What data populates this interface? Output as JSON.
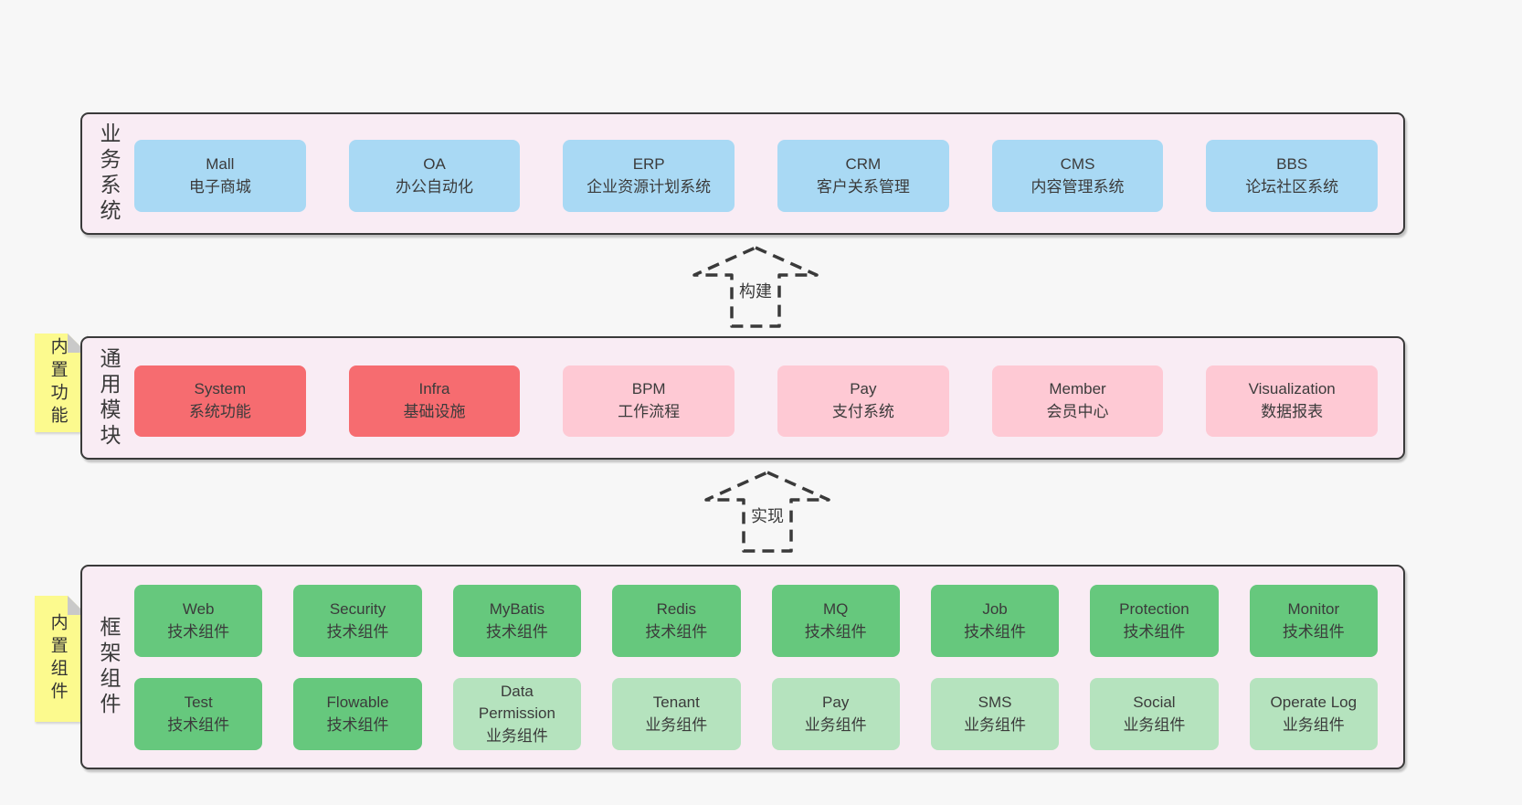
{
  "colors": {
    "page_bg": "#f7f7f7",
    "panel_bg": "#f9ecf4",
    "panel_border": "#3a3a3a",
    "box_blue": "#a9d9f4",
    "box_red": "#f66c70",
    "box_pink": "#fec9d4",
    "box_green": "#66c87d",
    "box_light_green": "#b5e3be",
    "sticky_yellow": "#fcfa8e",
    "text": "#3b3b3b"
  },
  "arrows": [
    {
      "label": "构建"
    },
    {
      "label": "实现"
    }
  ],
  "sections": [
    {
      "name": "business-systems",
      "side_label": "业务系统",
      "sticky": null,
      "rows": [
        [
          {
            "title": "Mall",
            "subtitle": "电子商城",
            "variant": "blue"
          },
          {
            "title": "OA",
            "subtitle": "办公自动化",
            "variant": "blue"
          },
          {
            "title": "ERP",
            "subtitle": "企业资源计划系统",
            "variant": "blue"
          },
          {
            "title": "CRM",
            "subtitle": "客户关系管理",
            "variant": "blue"
          },
          {
            "title": "CMS",
            "subtitle": "内容管理系统",
            "variant": "blue"
          },
          {
            "title": "BBS",
            "subtitle": "论坛社区系统",
            "variant": "blue"
          }
        ]
      ]
    },
    {
      "name": "common-modules",
      "side_label": "通用模块",
      "sticky": "内置功能",
      "rows": [
        [
          {
            "title": "System",
            "subtitle": "系统功能",
            "variant": "red"
          },
          {
            "title": "Infra",
            "subtitle": "基础设施",
            "variant": "red"
          },
          {
            "title": "BPM",
            "subtitle": "工作流程",
            "variant": "pink"
          },
          {
            "title": "Pay",
            "subtitle": "支付系统",
            "variant": "pink"
          },
          {
            "title": "Member",
            "subtitle": "会员中心",
            "variant": "pink"
          },
          {
            "title": "Visualization",
            "subtitle": "数据报表",
            "variant": "pink"
          }
        ]
      ]
    },
    {
      "name": "framework-components",
      "side_label": "框架组件",
      "sticky": "内置组件",
      "rows": [
        [
          {
            "title": "Web",
            "subtitle": "技术组件",
            "variant": "green"
          },
          {
            "title": "Security",
            "subtitle": "技术组件",
            "variant": "green"
          },
          {
            "title": "MyBatis",
            "subtitle": "技术组件",
            "variant": "green"
          },
          {
            "title": "Redis",
            "subtitle": "技术组件",
            "variant": "green"
          },
          {
            "title": "MQ",
            "subtitle": "技术组件",
            "variant": "green"
          },
          {
            "title": "Job",
            "subtitle": "技术组件",
            "variant": "green"
          },
          {
            "title": "Protection",
            "subtitle": "技术组件",
            "variant": "green"
          },
          {
            "title": "Monitor",
            "subtitle": "技术组件",
            "variant": "green"
          }
        ],
        [
          {
            "title": "Test",
            "subtitle": "技术组件",
            "variant": "green"
          },
          {
            "title": "Flowable",
            "subtitle": "技术组件",
            "variant": "green"
          },
          {
            "title": "Data Permission",
            "subtitle": "业务组件",
            "variant": "lightgreen"
          },
          {
            "title": "Tenant",
            "subtitle": "业务组件",
            "variant": "lightgreen"
          },
          {
            "title": "Pay",
            "subtitle": "业务组件",
            "variant": "lightgreen"
          },
          {
            "title": "SMS",
            "subtitle": "业务组件",
            "variant": "lightgreen"
          },
          {
            "title": "Social",
            "subtitle": "业务组件",
            "variant": "lightgreen"
          },
          {
            "title": "Operate Log",
            "subtitle": "业务组件",
            "variant": "lightgreen"
          }
        ]
      ]
    }
  ]
}
